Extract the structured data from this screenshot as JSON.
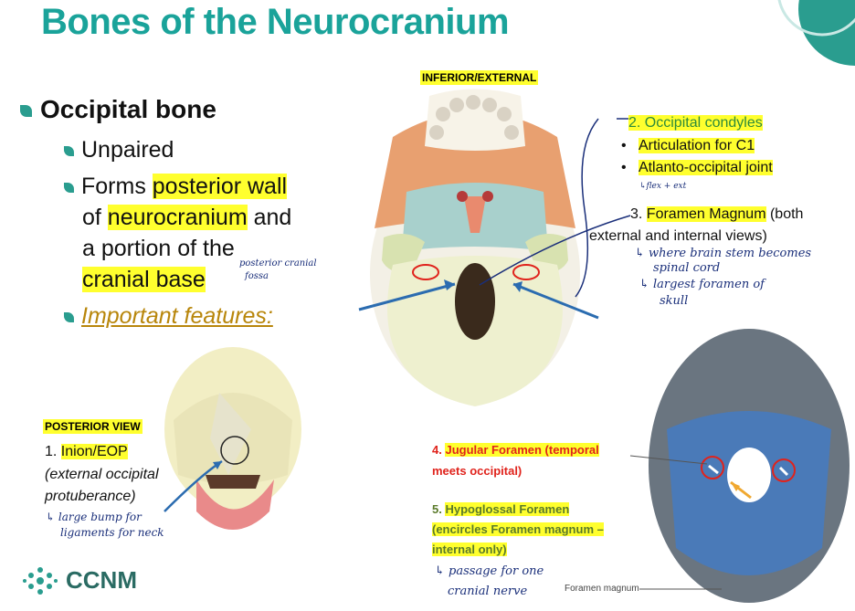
{
  "slide": {
    "title": "Bones of the Neurocranium",
    "main_bullet": "Occipital bone",
    "sub_bullets": {
      "b1": "Unpaired",
      "b2_pre": "Forms ",
      "b2_hl1": "posterior wall",
      "b2_line2_pre": "of ",
      "b2_hl2": "neurocranium",
      "b2_line2_post": " and",
      "b2_line3": "a portion of the",
      "b2_hl3": "cranial base",
      "b3": "Important features:"
    },
    "handwritten": {
      "posterior_fossa_1": "posterior cranial",
      "posterior_fossa_2": "fossa",
      "flex_ext": "↳flex + ext",
      "brain_stem_1": "↳ where brain stem becomes",
      "brain_stem_2": "spinal cord",
      "largest_1": "↳ largest foramen of",
      "largest_2": "skull",
      "bump_1": "↳ large bump for",
      "bump_2": "ligaments for neck",
      "passage_1": "↳ passage for one",
      "passage_2": "cranial nerve"
    },
    "labels": {
      "inferior": "INFERIOR/EXTERNAL",
      "posterior": "POSTERIOR VIEW"
    },
    "features": {
      "f2": "2. Occipital condyles",
      "f2a": "Articulation for C1",
      "f2b": "Atlanto-occipital joint",
      "f3_num": "3. ",
      "f3_hl": "Foramen Magnum",
      "f3_post": " (both",
      "f3_line2": "external and internal views)",
      "f1_num": "1. ",
      "f1_hl": "Inion/EOP",
      "f1_line2": "(external occipital",
      "f1_line3": "protuberance)",
      "f4_num": "4. ",
      "f4_hl": "Jugular Foramen (temporal",
      "f4_line2": "meets occipital)",
      "f5_num": "5. ",
      "f5_hl": "Hypoglossal Foramen",
      "f5_line2": "(encircles Foramen magnum –",
      "f5_line3": "internal only)",
      "foramen_magnum_caption": "Foramen magnum"
    },
    "logo": "CCNM",
    "colors": {
      "title": "#1aa39a",
      "highlight": "#ffff2e",
      "accent": "#2a9d8f",
      "ink": "#1a2f7a",
      "red": "#e0231c"
    }
  }
}
